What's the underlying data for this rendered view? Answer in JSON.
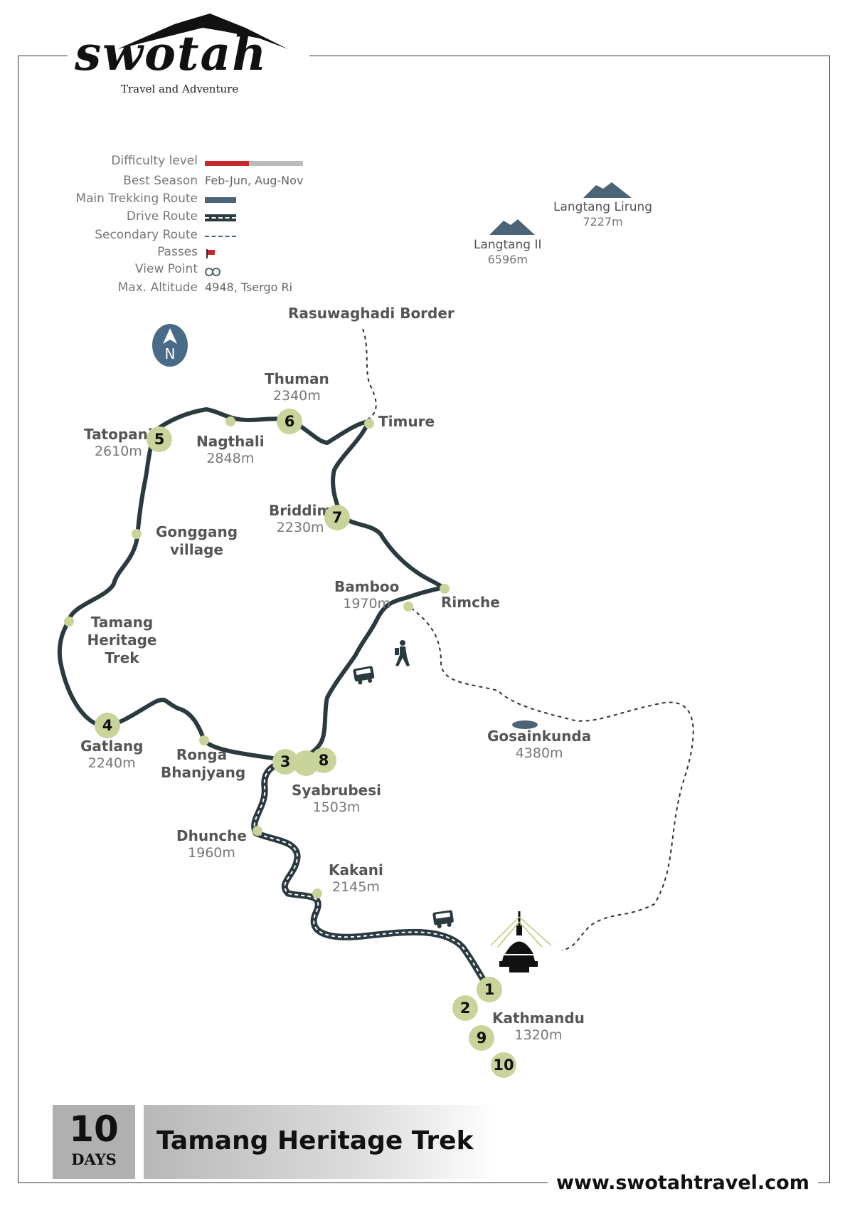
{
  "brand": {
    "name": "swotah",
    "tagline": "Travel and Adventure"
  },
  "legend": {
    "difficulty_label": "Difficulty level",
    "difficulty_level": 0.45,
    "season_label": "Best Season",
    "season_value": "Feb-Jun, Aug-Nov",
    "main_route_label": "Main Trekking Route",
    "drive_route_label": "Drive Route",
    "secondary_route_label": "Secondary Route",
    "passes_label": "Passes",
    "viewpoint_label": "View Point",
    "altitude_label": "Max. Altitude",
    "altitude_value": "4948, Tsergo Ri"
  },
  "colors": {
    "difficulty_red": "#c9282d",
    "difficulty_grey": "#bbbbbb",
    "route": "#2b3a3f",
    "stop": "#c9d49a",
    "main_route": "#4b6478"
  },
  "compass": {
    "label": "N"
  },
  "peaks": [
    {
      "name": "Langtang Lirung",
      "elev": "7227m"
    },
    {
      "name": "Langtang II",
      "elev": "6596m"
    }
  ],
  "places": {
    "rasuwaghadi": "Rasuwaghadi Border",
    "thuman": {
      "name": "Thuman",
      "elev": "2340m"
    },
    "timure": "Timure",
    "tatopani": {
      "name": "Tatopani",
      "elev": "2610m"
    },
    "nagthali": {
      "name": "Nagthali",
      "elev": "2848m"
    },
    "briddim": {
      "name": "Briddim",
      "elev": "2230m"
    },
    "gonggang": "Gonggang village",
    "bamboo": {
      "name": "Bamboo",
      "elev": "1970m"
    },
    "rimche": "Rimche",
    "tamang": "Tamang Heritage Trek",
    "gosainkunda": {
      "name": "Gosainkunda",
      "elev": "4380m"
    },
    "gatlang": {
      "name": "Gatlang",
      "elev": "2240m"
    },
    "ronga": "Ronga Bhanjyang",
    "syabrubesi": {
      "name": "Syabrubesi",
      "elev": "1503m"
    },
    "dhunche": {
      "name": "Dhunche",
      "elev": "1960m"
    },
    "kakani": {
      "name": "Kakani",
      "elev": "2145m"
    },
    "kathmandu": {
      "name": "Kathmandu",
      "elev": "1320m"
    }
  },
  "stops": [
    "1",
    "2",
    "3",
    "4",
    "5",
    "6",
    "7",
    "8",
    "9",
    "10"
  ],
  "footer": {
    "days_number": "10",
    "days_label": "DAYS",
    "title": "Tamang Heritage Trek",
    "website": "www.swotahtravel.com"
  }
}
